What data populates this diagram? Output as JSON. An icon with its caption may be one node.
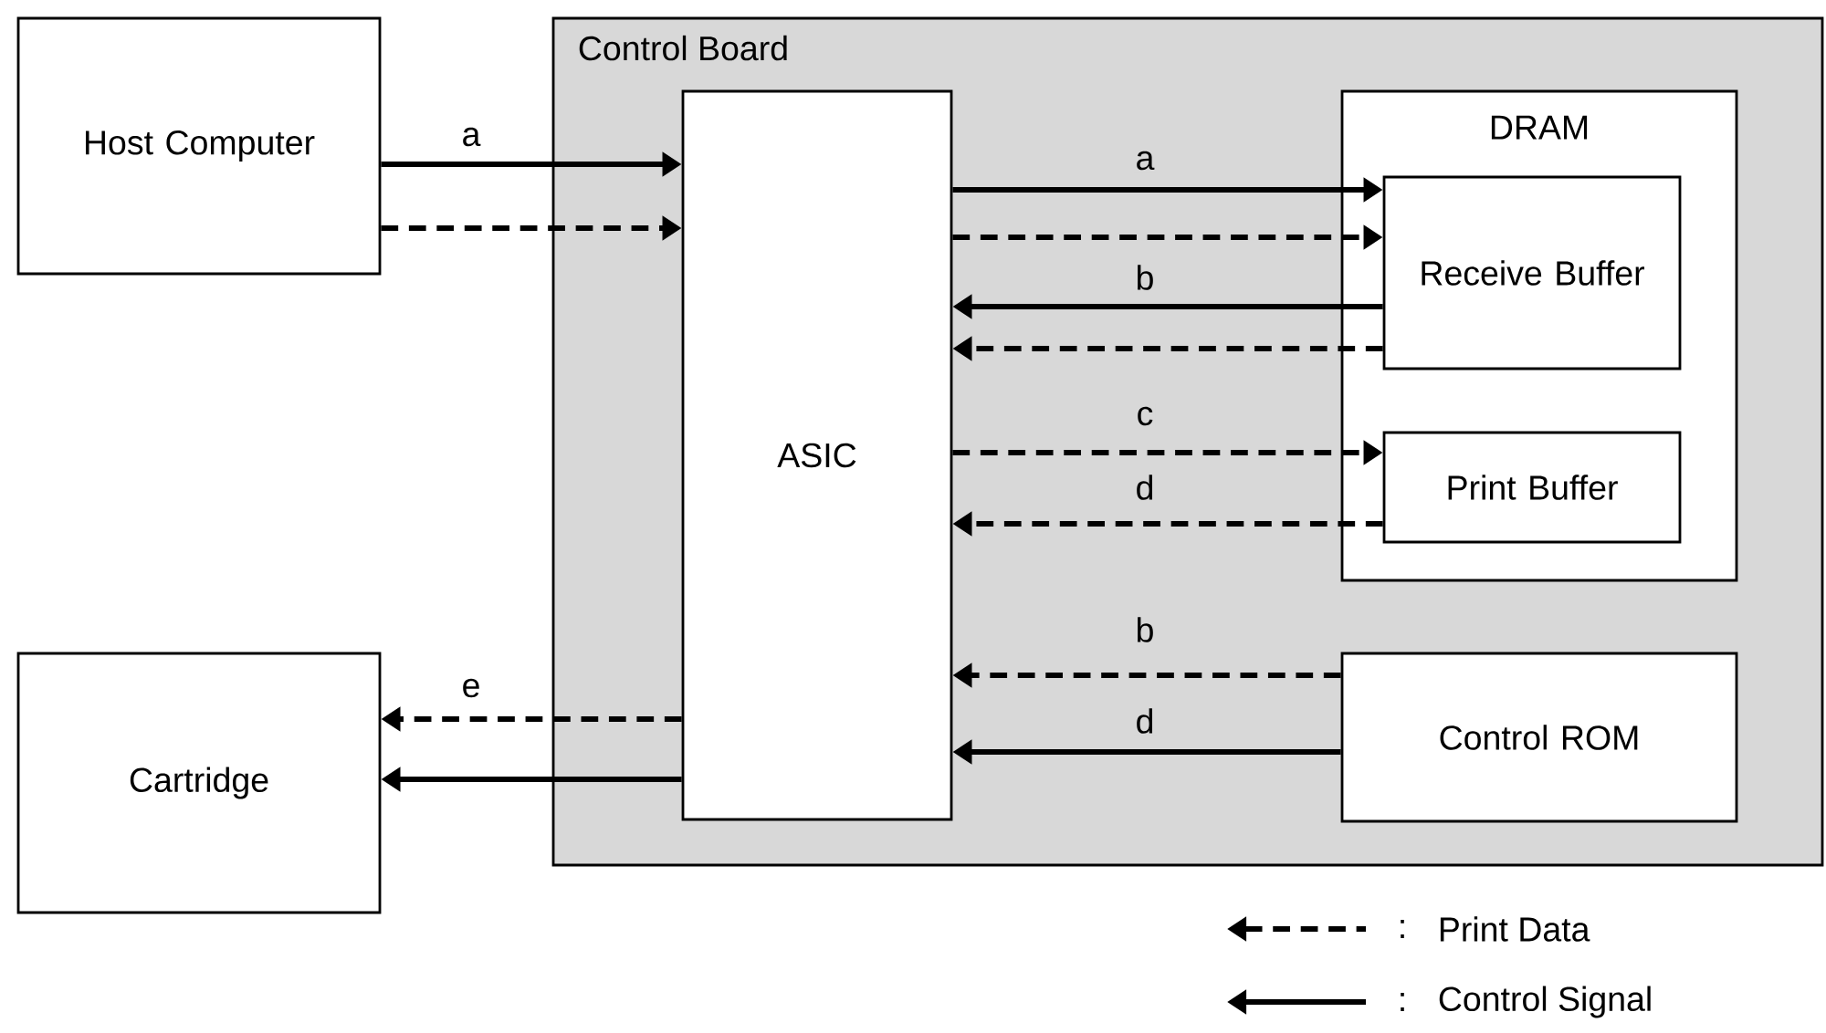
{
  "diagram": {
    "nodes": [
      {
        "text": [
          "Host Computer"
        ]
      },
      {
        "text": [
          "Control Board"
        ]
      },
      {
        "text": [
          "ASIC"
        ],
        "in": 1
      },
      {
        "text": [
          "DRAM"
        ],
        "in": 1
      },
      {
        "text": [
          "Receive Buffer"
        ],
        "in": 3
      },
      {
        "text": [
          "Print Buffer"
        ],
        "in": 3
      },
      {
        "text": [
          "Control ROM"
        ],
        "in": 1
      },
      {
        "text": [
          "Cartridge"
        ]
      }
    ],
    "edges": [
      {
        "from": 0,
        "to": 2,
        "arrow": "to",
        "label": "a"
      },
      {
        "from": 0,
        "to": 2,
        "arrow": "to",
        "style": "dashed"
      },
      {
        "from": 2,
        "to": 4,
        "arrow": "to",
        "label": "a"
      },
      {
        "from": 2,
        "to": 4,
        "arrow": "to",
        "style": "dashed"
      },
      {
        "from": 4,
        "to": 2,
        "arrow": "to",
        "label": "b"
      },
      {
        "from": 4,
        "to": 2,
        "arrow": "to",
        "style": "dashed"
      },
      {
        "from": 2,
        "to": 5,
        "arrow": "to",
        "label": "c",
        "style": "dashed"
      },
      {
        "from": 5,
        "to": 2,
        "arrow": "to",
        "label": "d",
        "style": "dashed"
      },
      {
        "from": 6,
        "to": 2,
        "arrow": "to",
        "label": "b",
        "style": "dashed"
      },
      {
        "from": 6,
        "to": 2,
        "arrow": "to",
        "label": "d"
      },
      {
        "from": 2,
        "to": 7,
        "arrow": "to",
        "label": "e",
        "style": "dashed"
      },
      {
        "from": 2,
        "to": 7,
        "arrow": "to"
      }
    ],
    "labels": [
      ":",
      ":"
    ],
    "legend": [
      {
        "text": "Print Data"
      },
      {
        "text": "Control Signal"
      }
    ]
  }
}
